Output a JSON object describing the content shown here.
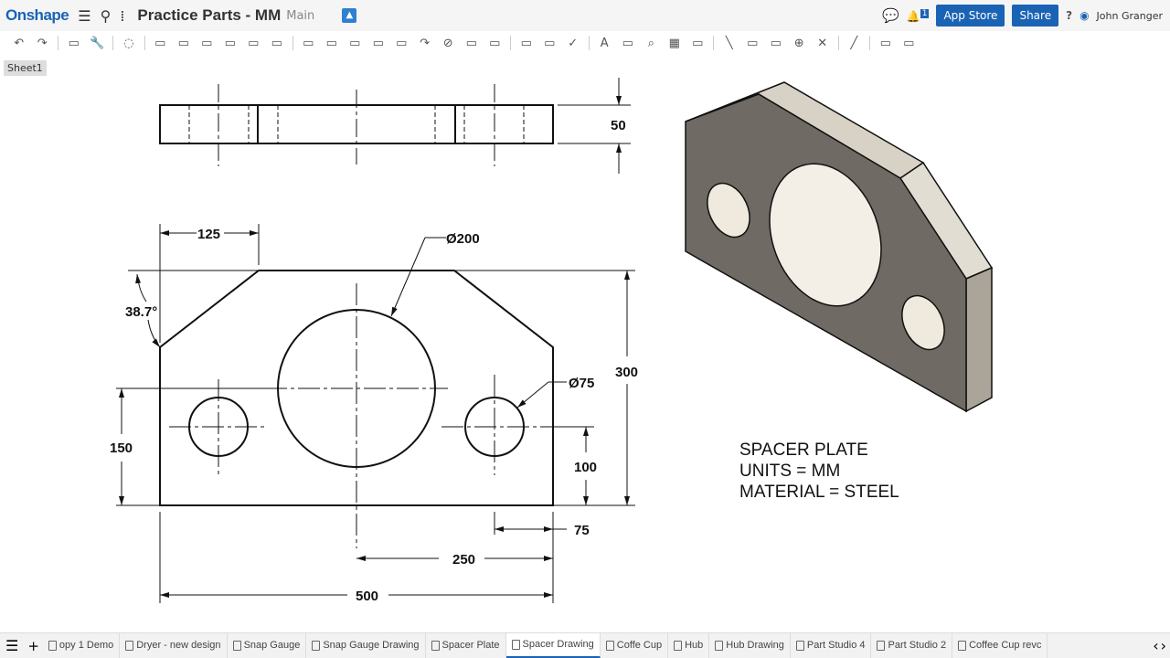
{
  "header": {
    "logo": "Onshape",
    "title": "Practice Parts - MM",
    "branch": "Main",
    "app_store": "App Store",
    "share": "Share",
    "help": "?",
    "user": "John Granger",
    "notifications": "1"
  },
  "toolbar": {
    "icons": [
      "undo-icon",
      "redo-icon",
      "|",
      "insert-view-icon",
      "wrench-icon",
      "|",
      "update-icon",
      "|",
      "projected-view-icon",
      "section-view-icon",
      "auxiliary-view-icon",
      "detail-view-icon",
      "break-view-icon",
      "crop-view-icon",
      "|",
      "linear-dimension-icon",
      "baseline-dimension-icon",
      "chain-dimension-icon",
      "angular-dimension-icon",
      "radial-dimension-icon",
      "arc-icon",
      "diameter-icon",
      "ordinate-icon",
      "hole-callout-icon",
      "|",
      "note-icon",
      "datum-icon",
      "check-icon",
      "|",
      "text-icon",
      "leader-icon",
      "zoom-icon",
      "table-icon",
      "bom-icon",
      "|",
      "line-icon",
      "hatch-icon",
      "centerline-icon",
      "centermark-icon",
      "trim-icon",
      "|",
      "sketch-line-icon",
      "|",
      "export-icon",
      "image-icon"
    ]
  },
  "sheet": "Sheet1",
  "drawing": {
    "dims": {
      "d50": "50",
      "d125": "125",
      "d200": "Ø200",
      "d387": "38.7°",
      "d300": "300",
      "d75dia": "Ø75",
      "d150": "150",
      "d100": "100",
      "d75": "75",
      "d250": "250",
      "d500": "500"
    },
    "notes": [
      "SPACER PLATE",
      "UNITS = MM",
      "MATERIAL = STEEL"
    ]
  },
  "tabs": [
    {
      "label": "opy 1 Demo",
      "type": "part"
    },
    {
      "label": "Dryer - new design",
      "type": "part"
    },
    {
      "label": "Snap Gauge",
      "type": "part"
    },
    {
      "label": "Snap Gauge Drawing",
      "type": "drawing"
    },
    {
      "label": "Spacer Plate",
      "type": "part"
    },
    {
      "label": "Spacer Drawing",
      "type": "drawing",
      "active": true
    },
    {
      "label": "Coffe Cup",
      "type": "part"
    },
    {
      "label": "Hub",
      "type": "part"
    },
    {
      "label": "Hub Drawing",
      "type": "drawing"
    },
    {
      "label": "Part Studio 4",
      "type": "part"
    },
    {
      "label": "Part Studio 2",
      "type": "part"
    },
    {
      "label": "Coffee Cup revc",
      "type": "part"
    }
  ]
}
